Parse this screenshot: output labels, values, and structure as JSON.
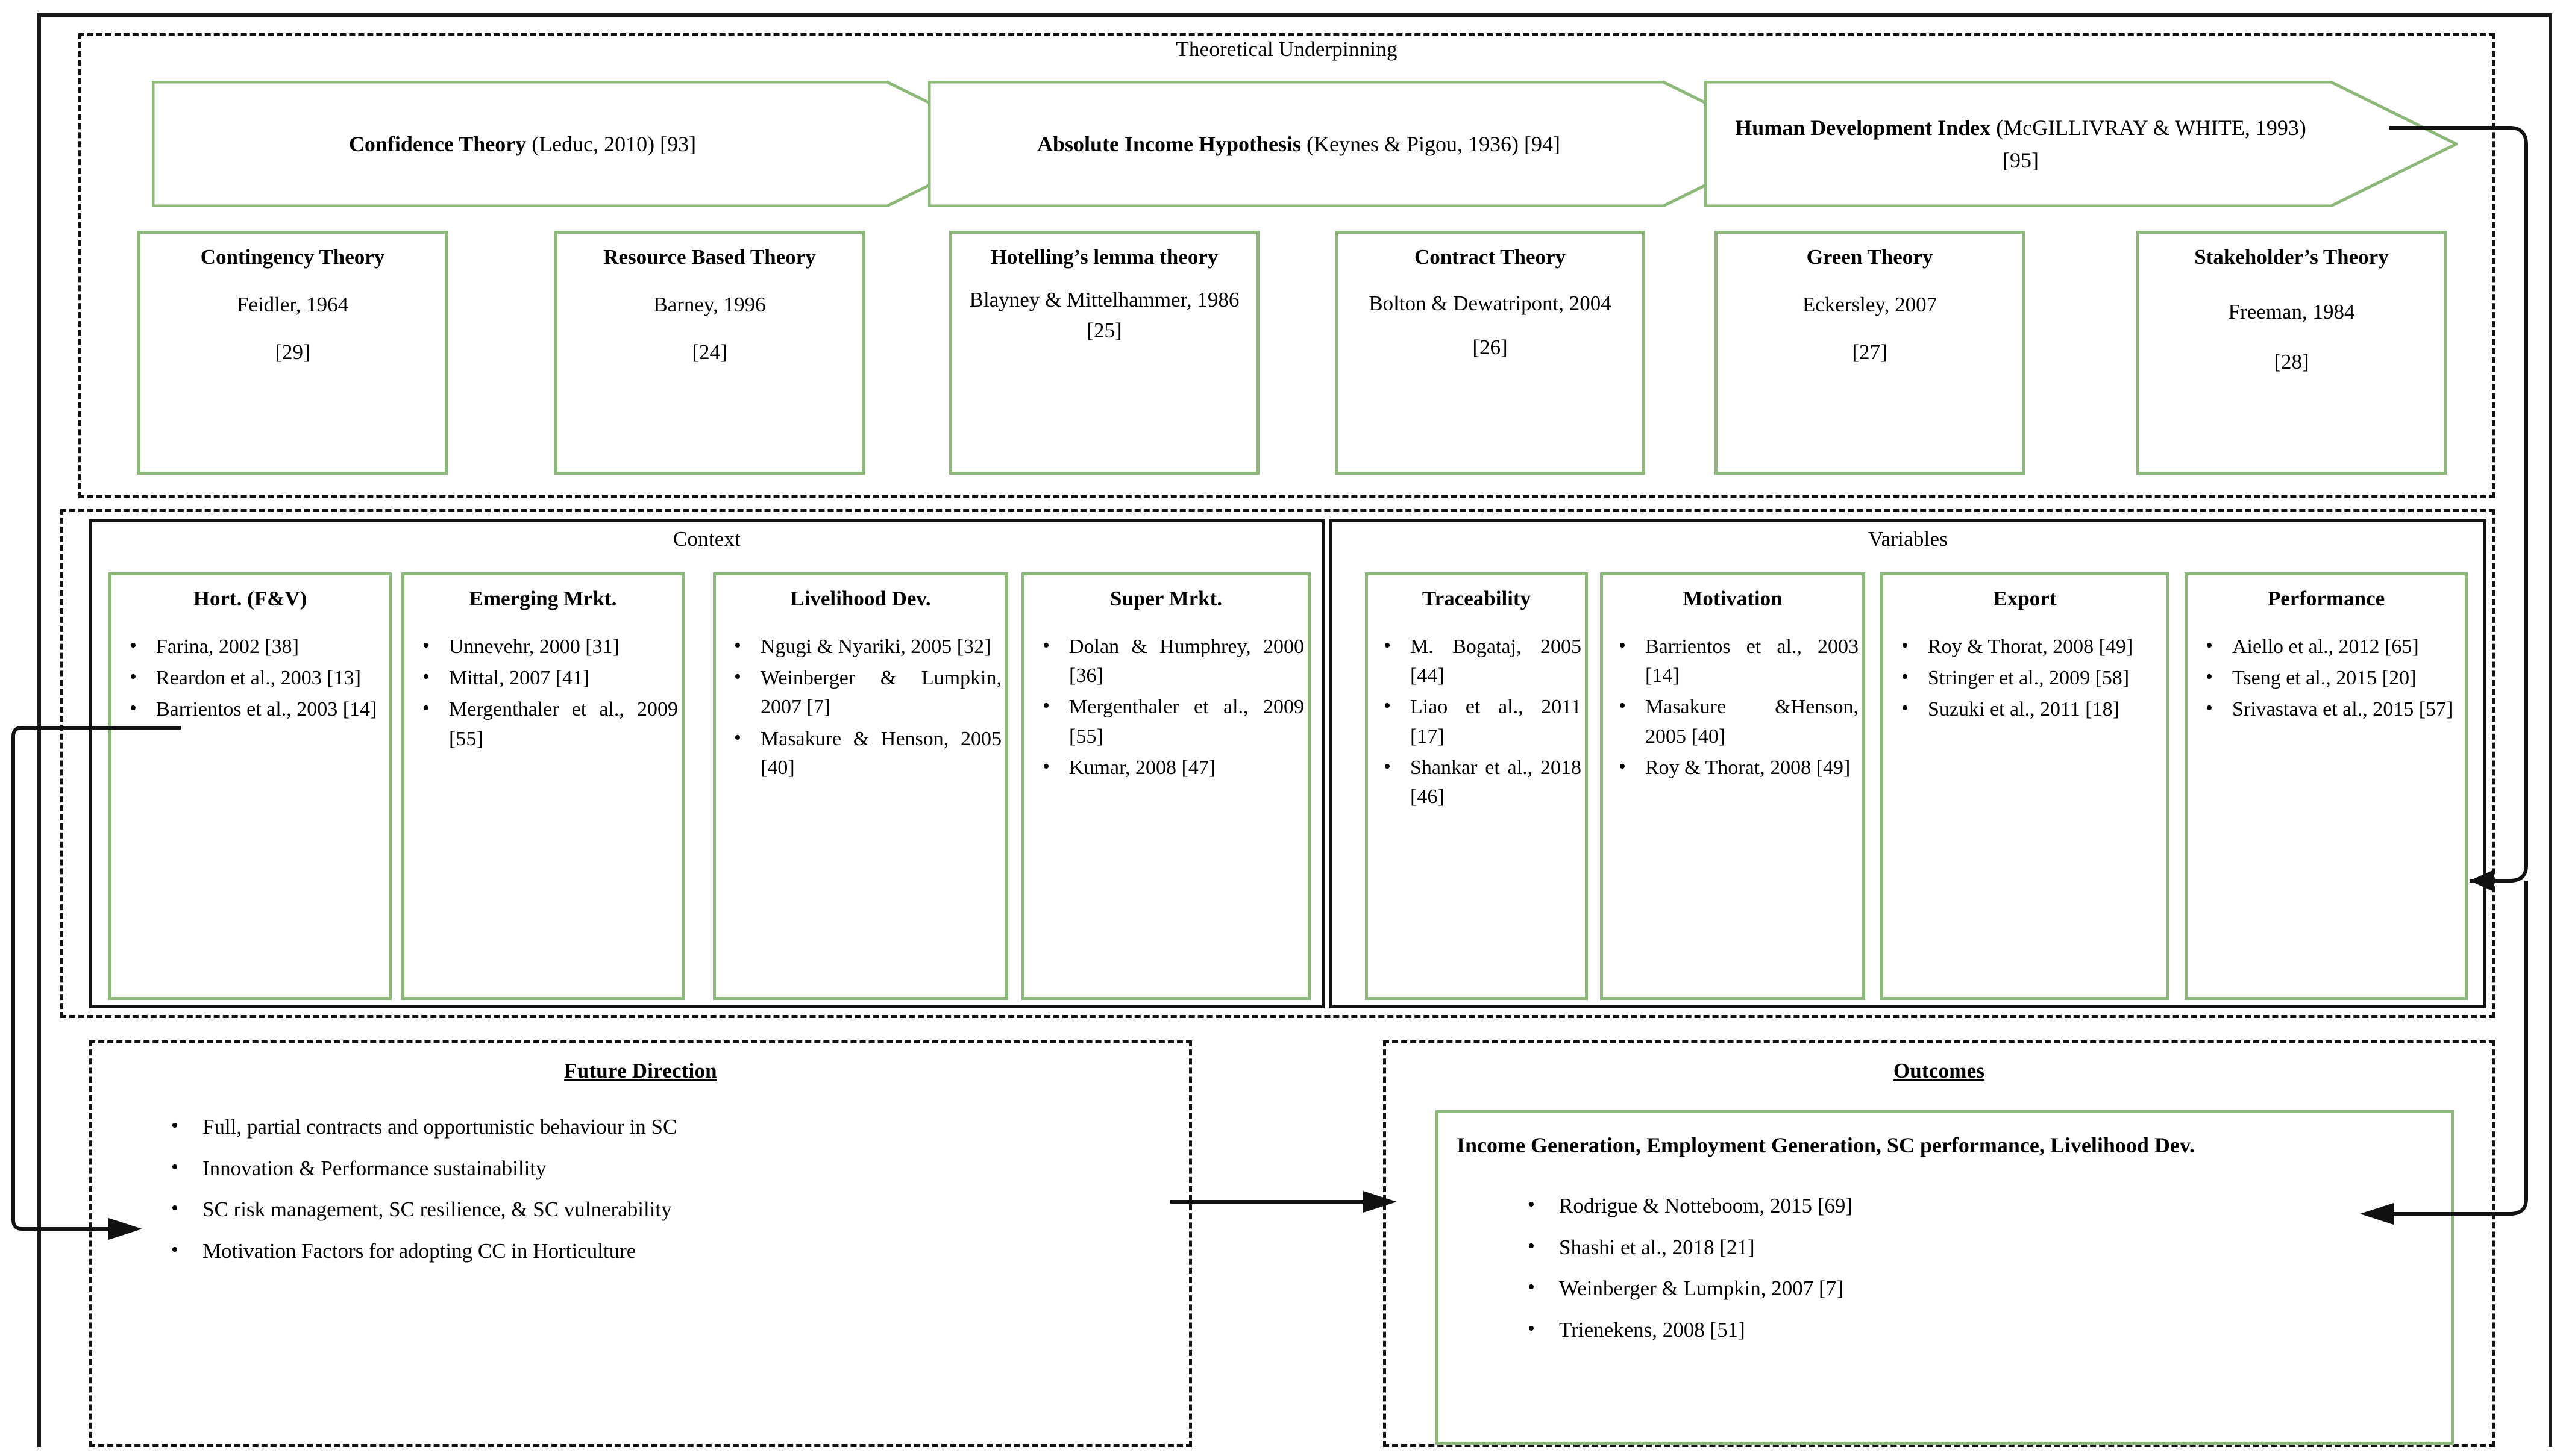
{
  "colors": {
    "green": "#8cb87a",
    "line": "#111111",
    "text": "#000000"
  },
  "sections": {
    "theory": {
      "title": "Theoretical Underpinning",
      "arrows": [
        {
          "bold": "Confidence Theory",
          "rest": "(Leduc, 2010) [93]"
        },
        {
          "bold": "Absolute Income Hypothesis",
          "rest": "(Keynes & Pigou, 1936) [94]"
        },
        {
          "bold": "Human Development Index",
          "rest": "(McGILLIVRAY & WHITE, 1993) [95]"
        }
      ],
      "boxes": [
        {
          "title": "Contingency Theory",
          "lines": [
            "Feidler, 1964",
            "[29]"
          ]
        },
        {
          "title": "Resource Based Theory",
          "lines": [
            "Barney, 1996",
            "[24]"
          ]
        },
        {
          "title": "Hotelling’s lemma theory",
          "lines": [
            "Blayney & Mittelhammer, 1986",
            "[25]"
          ]
        },
        {
          "title": "Contract Theory",
          "lines": [
            "Bolton & Dewatripont, 2004",
            "[26]"
          ]
        },
        {
          "title": "Green Theory",
          "lines": [
            "Eckersley, 2007",
            "[27]"
          ]
        },
        {
          "title": "Stakeholder’s Theory",
          "lines": [
            "Freeman, 1984",
            "[28]"
          ]
        }
      ]
    },
    "context": {
      "title": "Context",
      "columns": [
        {
          "title": "Hort. (F&V)",
          "items": [
            "Farina, 2002 [38]",
            "Reardon et al., 2003 [13]",
            "Barrientos et al., 2003 [14]"
          ]
        },
        {
          "title": "Emerging Mrkt.",
          "items": [
            "Unnevehr, 2000 [31]",
            "Mittal, 2007 [41]",
            "Mergenthaler et al., 2009 [55]"
          ]
        },
        {
          "title": "Livelihood Dev.",
          "items": [
            "Ngugi & Nyariki, 2005 [32]",
            "Weinberger & Lumpkin, 2007 [7]",
            "Masakure & Henson, 2005 [40]"
          ]
        },
        {
          "title": "Super Mrkt.",
          "items": [
            "Dolan & Humphrey, 2000 [36]",
            "Mergenthaler et al., 2009 [55]",
            "Kumar, 2008 [47]"
          ]
        }
      ]
    },
    "variables": {
      "title": "Variables",
      "columns": [
        {
          "title": "Traceability",
          "items": [
            "M. Bogataj, 2005 [44]",
            "Liao et al., 2011 [17]",
            "Shankar et al., 2018 [46]"
          ]
        },
        {
          "title": "Motivation",
          "items": [
            "Barrientos et al., 2003 [14]",
            "Masakure &Henson, 2005 [40]",
            "Roy & Thorat, 2008 [49]"
          ]
        },
        {
          "title": "Export",
          "items": [
            "Roy & Thorat, 2008 [49]",
            "Stringer et al., 2009 [58]",
            "Suzuki et al., 2011 [18]"
          ]
        },
        {
          "title": "Performance",
          "items": [
            "Aiello et al., 2012 [65]",
            "Tseng et al., 2015 [20]",
            "Srivastava et al., 2015 [57]"
          ]
        }
      ]
    },
    "future": {
      "title": "Future Direction",
      "items": [
        "Full, partial contracts and opportunistic behaviour in SC",
        "Innovation & Performance sustainability",
        "SC risk management, SC resilience, & SC vulnerability",
        "Motivation Factors for adopting CC in Horticulture"
      ]
    },
    "outcomes": {
      "title": "Outcomes",
      "heading": "Income Generation, Employment Generation, SC performance, Livelihood Dev.",
      "items": [
        "Rodrigue & Notteboom, 2015 [69]",
        "Shashi et al., 2018 [21]",
        "Weinberger & Lumpkin, 2007 [7]",
        "Trienekens, 2008 [51]"
      ]
    }
  }
}
